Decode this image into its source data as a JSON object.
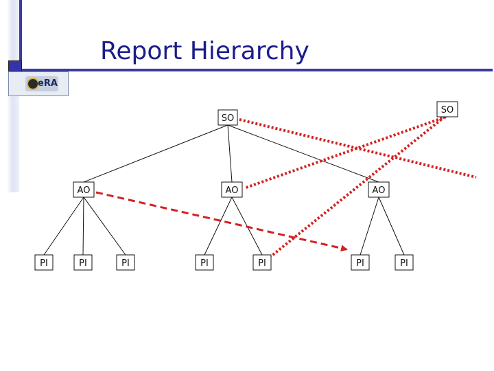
{
  "slide": {
    "title": "Report Hierarchy",
    "logo_text": "eRA"
  },
  "diagram": {
    "nodes": [
      {
        "id": "so-main",
        "label": "SO",
        "kind": "SO"
      },
      {
        "id": "so-right",
        "label": "SO",
        "kind": "SO"
      },
      {
        "id": "ao-1",
        "label": "AO",
        "kind": "AO"
      },
      {
        "id": "ao-2",
        "label": "AO",
        "kind": "AO"
      },
      {
        "id": "ao-3",
        "label": "AO",
        "kind": "AO"
      },
      {
        "id": "pi-1",
        "label": "PI",
        "kind": "PI"
      },
      {
        "id": "pi-2",
        "label": "PI",
        "kind": "PI"
      },
      {
        "id": "pi-3",
        "label": "PI",
        "kind": "PI"
      },
      {
        "id": "pi-4",
        "label": "PI",
        "kind": "PI"
      },
      {
        "id": "pi-5",
        "label": "PI",
        "kind": "PI"
      },
      {
        "id": "pi-6",
        "label": "PI",
        "kind": "PI"
      },
      {
        "id": "pi-7",
        "label": "PI",
        "kind": "PI"
      }
    ],
    "hierarchy_edges": [
      {
        "from": "so-main",
        "to": "ao-1"
      },
      {
        "from": "so-main",
        "to": "ao-2"
      },
      {
        "from": "so-main",
        "to": "ao-3"
      },
      {
        "from": "ao-1",
        "to": "pi-1"
      },
      {
        "from": "ao-1",
        "to": "pi-2"
      },
      {
        "from": "ao-1",
        "to": "pi-3"
      },
      {
        "from": "ao-2",
        "to": "pi-4"
      },
      {
        "from": "ao-2",
        "to": "pi-5"
      },
      {
        "from": "ao-3",
        "to": "pi-6"
      },
      {
        "from": "ao-3",
        "to": "pi-7"
      }
    ],
    "cross_links": [
      {
        "from": "so-main",
        "to": "off-right",
        "style": "dotted",
        "color": "#d42020"
      },
      {
        "from": "so-right",
        "to": "ao-2",
        "style": "dotted",
        "color": "#d42020"
      },
      {
        "from": "so-right",
        "to": "pi-5",
        "style": "dotted",
        "color": "#d42020"
      },
      {
        "from": "ao-1",
        "to": "pi-6",
        "style": "dashed-arrow",
        "color": "#d42020"
      }
    ],
    "line_color": "#111111"
  }
}
